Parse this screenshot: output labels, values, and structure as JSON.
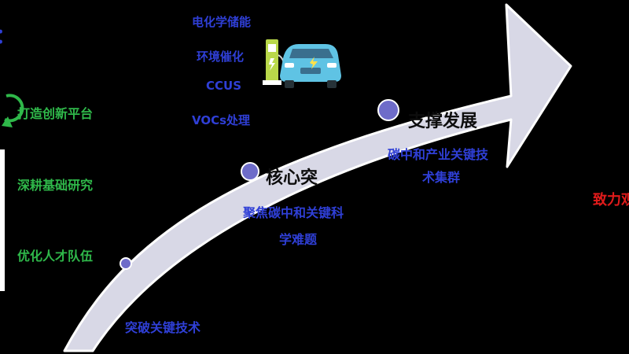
{
  "colors": {
    "arrow_fill": "#d8d8e6",
    "arrow_stroke": "#ffffff",
    "node_fill": "#6e6cc9",
    "blue_text": "#2f3fd6",
    "green_text": "#2fb84a",
    "red_text": "#e01b1b",
    "dark_text": "#0d0d0d"
  },
  "left_edge": {
    "heading_fragment": "：",
    "items": [
      "打造创新平台",
      "深耕基础研究",
      "优化人才队伍"
    ]
  },
  "topics": [
    "电化学储能",
    "环境催化",
    "CCUS",
    "VOCs处理"
  ],
  "stages": [
    {
      "title": "",
      "desc": [
        "突破关键技术"
      ]
    },
    {
      "title": "核心突",
      "desc": [
        "聚焦碳中和关键科",
        "学难题"
      ]
    },
    {
      "title": "支撑发展",
      "desc": [
        "碳中和产业关键技",
        "术集群"
      ]
    }
  ],
  "right_fragment": "致力观",
  "icons": [
    "recycle-icon",
    "charging-station-icon",
    "electric-car-icon"
  ]
}
